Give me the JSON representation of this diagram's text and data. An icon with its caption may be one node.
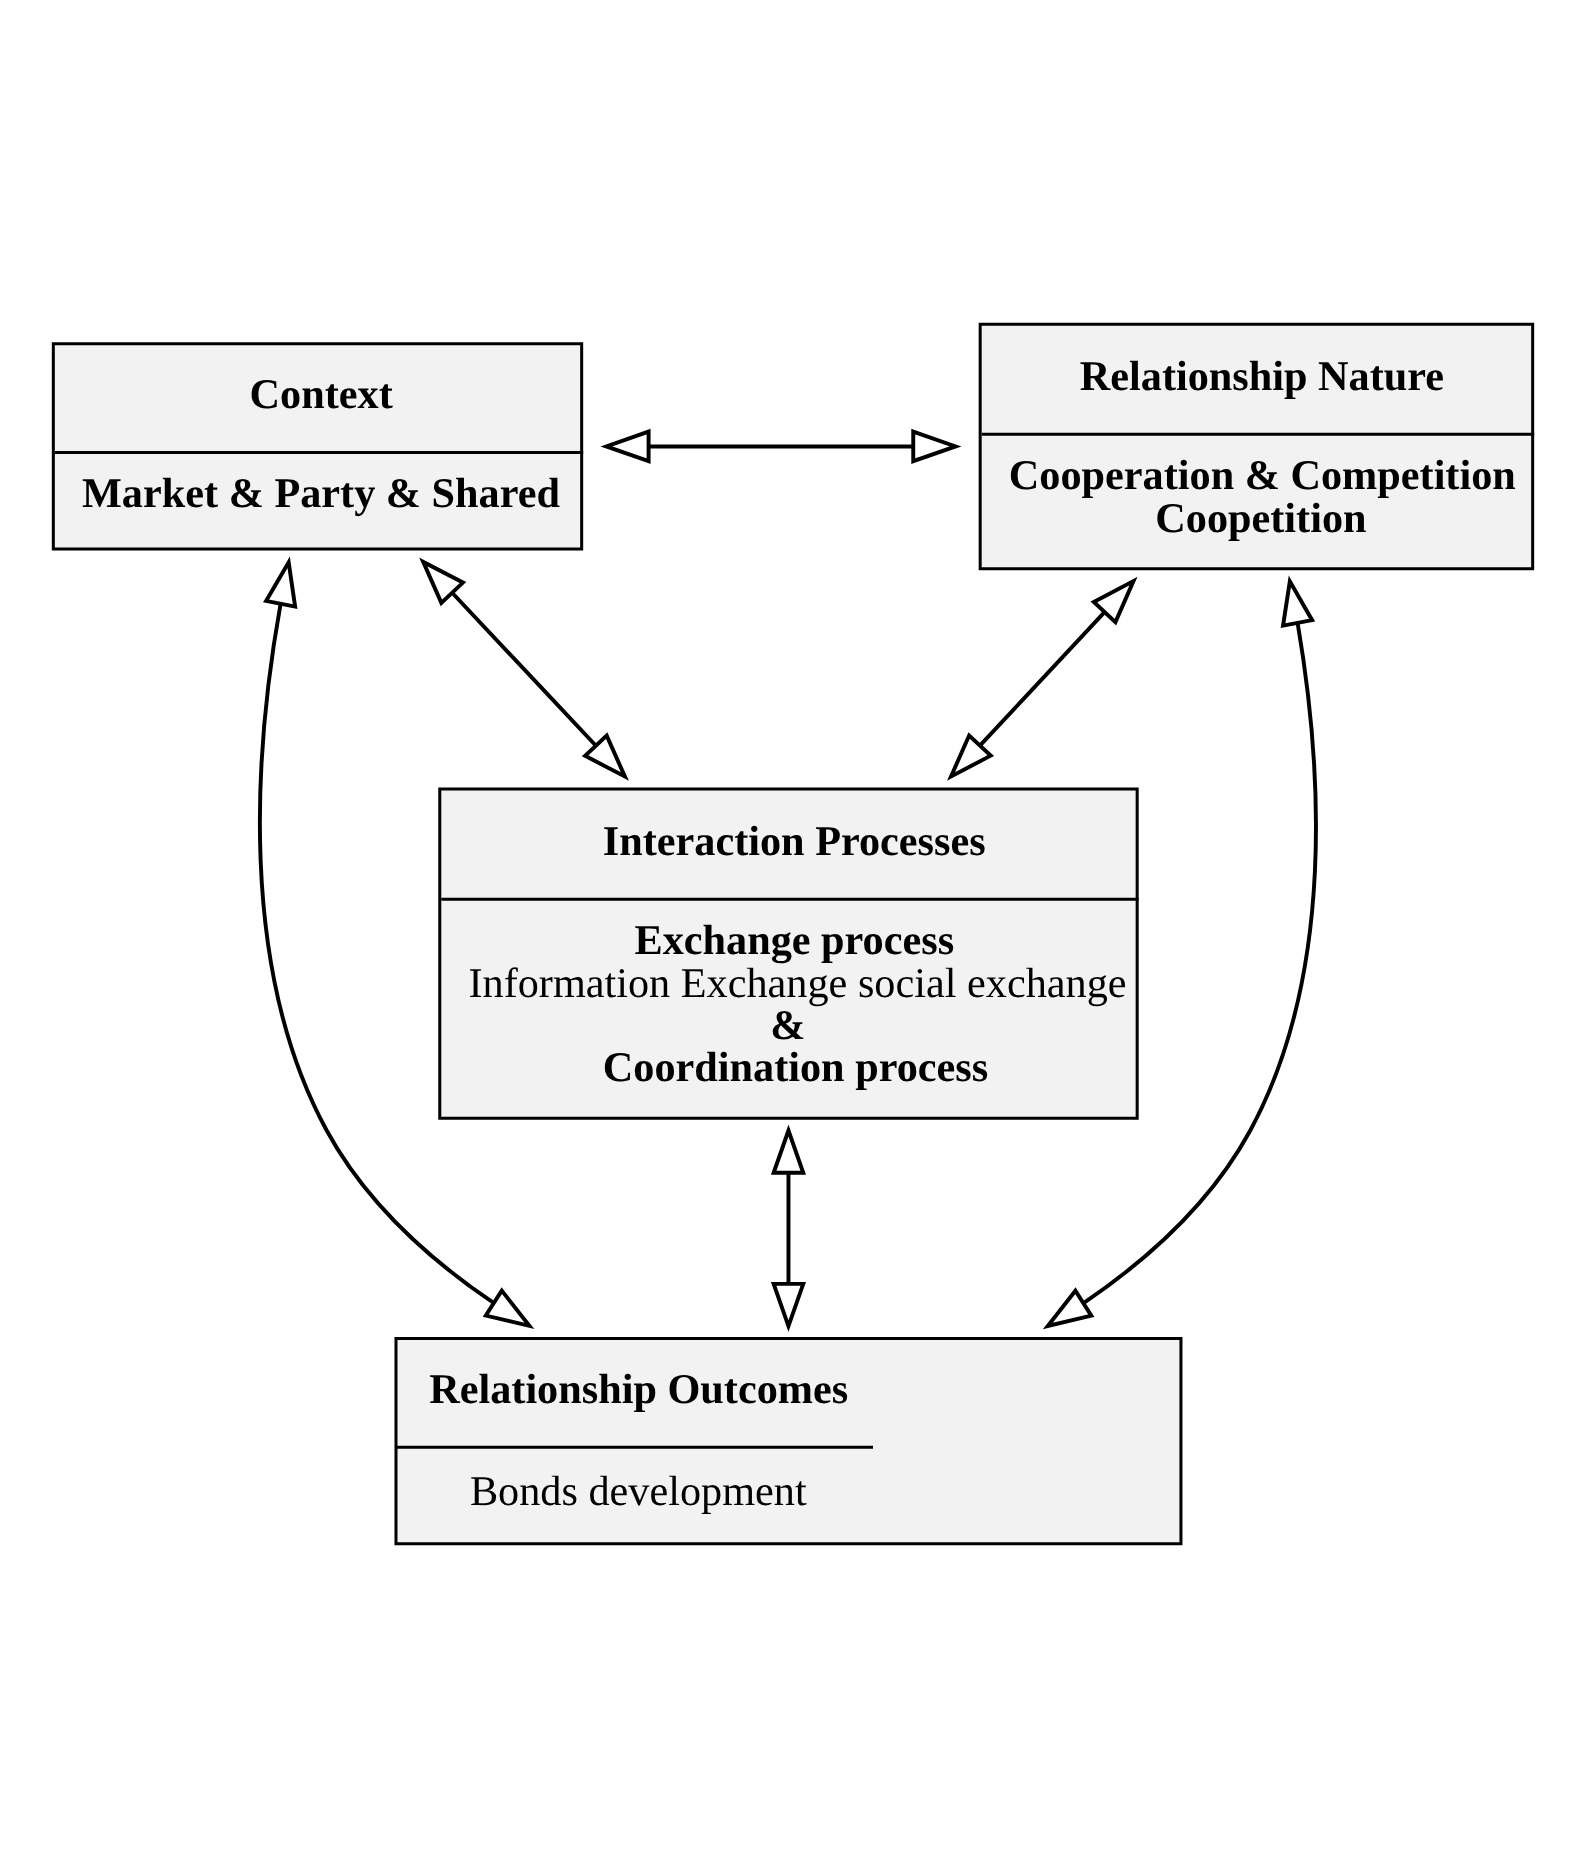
{
  "diagram": {
    "nodes": [
      {
        "text": [
          "Context",
          "Market & Party & Shared"
        ]
      },
      {
        "text": [
          "Relationship Nature",
          "Cooperation & Competition",
          "Coopetition"
        ]
      },
      {
        "text": [
          "Interaction Processes",
          "Exchange process",
          "Information Exchange social exchange",
          "&",
          "Coordination process"
        ]
      },
      {
        "text": [
          "Relationship Outcomes",
          "Bonds development"
        ]
      }
    ],
    "edges": [
      {
        "from": 0,
        "to": 1,
        "arrow": "both"
      },
      {
        "from": 0,
        "to": 3,
        "arrow": "both"
      },
      {
        "from": 0,
        "to": 2,
        "arrow": "both"
      },
      {
        "from": 1,
        "to": 2,
        "arrow": "both"
      },
      {
        "from": 1,
        "to": 3,
        "arrow": "both"
      },
      {
        "from": 2,
        "to": 3,
        "arrow": "both"
      }
    ]
  }
}
